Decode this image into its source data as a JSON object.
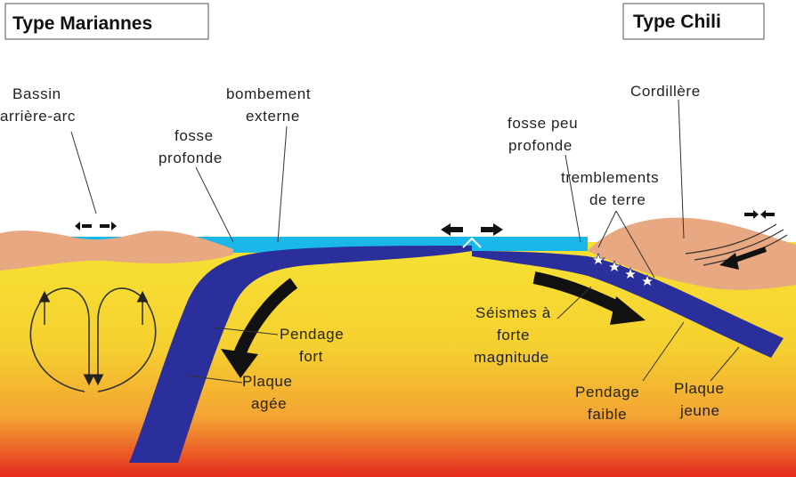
{
  "titles": {
    "left": "Type Mariannes",
    "right": "Type Chili"
  },
  "labels": {
    "bassin_line1": "Bassin",
    "bassin_line2": "arrière-arc",
    "bombement_line1": "bombement",
    "bombement_line2": "externe",
    "fosse_prof_line1": "fosse",
    "fosse_prof_line2": "profonde",
    "fosse_peu_line1": "fosse peu",
    "fosse_peu_line2": "profonde",
    "cordillere": "Cordillère",
    "tremblements_line1": "tremblements",
    "tremblements_line2": "de terre",
    "pendage_fort_line1": "Pendage",
    "pendage_fort_line2": "fort",
    "plaque_agee_line1": "Plaque",
    "plaque_agee_line2": "agée",
    "seismes_line1": "Séismes à",
    "seismes_line2": "forte",
    "seismes_line3": "magnitude",
    "pendage_faible_line1": "Pendage",
    "pendage_faible_line2": "faible",
    "plaque_jeune_line1": "Plaque",
    "plaque_jeune_line2": "jeune"
  },
  "colors": {
    "ocean": "#1ab8e8",
    "slab": "#2b2f9c",
    "crust": "#e8a882",
    "mantle_top": "#f7e233",
    "mantle_mid": "#f3a332",
    "mantle_bottom": "#e52b1f",
    "arrow": "#111111",
    "star": "#ffffff"
  }
}
